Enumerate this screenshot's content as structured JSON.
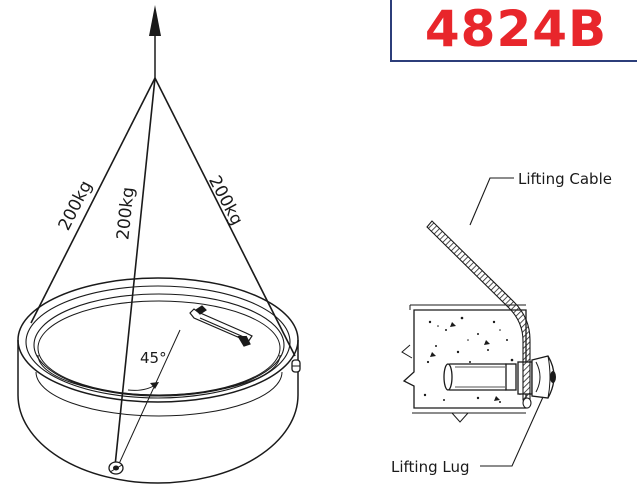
{
  "product_code": "4824B",
  "labels": {
    "left_cable_load": "200kg",
    "center_cable_load": "200kg",
    "right_cable_load": "200kg",
    "angle": "45°",
    "lifting_cable": "Lifting Cable",
    "lifting_lug": "Lifting Lug"
  },
  "colors": {
    "code_text": "#e8262b",
    "code_border": "#2c3e7a",
    "line": "#1a1a1a"
  }
}
